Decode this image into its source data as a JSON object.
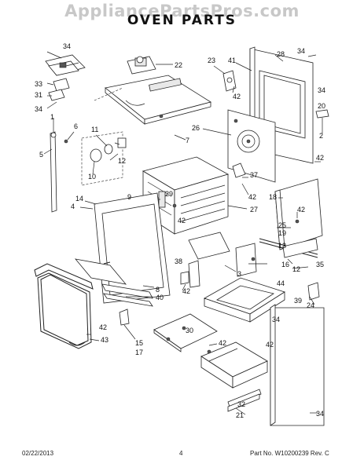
{
  "watermark": "AppliancePartsPros.com",
  "title": "OVEN PARTS",
  "footer": {
    "date": "02/22/2013",
    "page": "4",
    "part_info": "Part No. W10200239  Rev. C"
  },
  "callouts": [
    "34",
    "22",
    "33",
    "31",
    "34",
    "1",
    "6",
    "5",
    "11",
    "12",
    "10",
    "23",
    "41",
    "28",
    "34",
    "42",
    "34",
    "2",
    "42",
    "26",
    "7",
    "9",
    "29",
    "14",
    "4",
    "42",
    "37",
    "42",
    "18",
    "27",
    "42",
    "25",
    "19",
    "13",
    "12",
    "38",
    "3",
    "16",
    "35",
    "8",
    "40",
    "44",
    "39",
    "24",
    "34",
    "42",
    "43",
    "15",
    "17",
    "30",
    "42",
    "42",
    "32",
    "21",
    "34",
    "20",
    "42"
  ]
}
